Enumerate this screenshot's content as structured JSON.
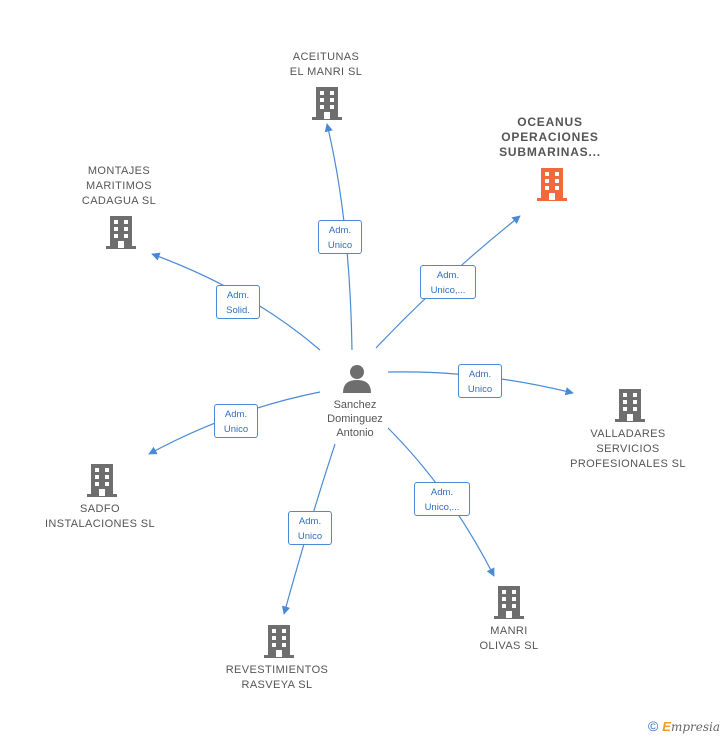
{
  "colors": {
    "edge": "#4a8ad4",
    "building": "#6e6e6e",
    "building_highlight": "#f26a3b",
    "person": "#6e6e6e"
  },
  "person": {
    "label": "Sanchez\nDominguez\nAntonio",
    "icon": "person-icon"
  },
  "companies": [
    {
      "id": "aceitunas",
      "label": "ACEITUNAS\nEL MANRI SL",
      "icon": "building-icon"
    },
    {
      "id": "oceanus",
      "label": "OCEANUS\nOPERACIONES\nSUBMARINAS...",
      "icon": "building-icon",
      "highlight": true
    },
    {
      "id": "montajes",
      "label": "MONTAJES\nMARITIMOS\nCADAGUA  SL",
      "icon": "building-icon"
    },
    {
      "id": "valladares",
      "label": "VALLADARES\nSERVICIOS\nPROFESIONALES SL",
      "icon": "building-icon"
    },
    {
      "id": "sadfo",
      "label": "SADFO\nINSTALACIONES SL",
      "icon": "building-icon"
    },
    {
      "id": "manri",
      "label": "MANRI\nOLIVAS SL",
      "icon": "building-icon"
    },
    {
      "id": "revestimientos",
      "label": "REVESTIMIENTOS\nRASVEYA  SL",
      "icon": "building-icon"
    }
  ],
  "roles": [
    {
      "target": "aceitunas",
      "label": "Adm.\nUnico"
    },
    {
      "target": "oceanus",
      "label": "Adm.\nUnico,..."
    },
    {
      "target": "montajes",
      "label": "Adm.\nSolid."
    },
    {
      "target": "valladares",
      "label": "Adm.\nUnico"
    },
    {
      "target": "sadfo",
      "label": "Adm.\nUnico"
    },
    {
      "target": "manri",
      "label": "Adm.\nUnico,..."
    },
    {
      "target": "revestimientos",
      "label": "Adm.\nUnico"
    }
  ],
  "footer": {
    "copyright": "©",
    "brand_first": "E",
    "brand_rest": "mpresia"
  }
}
